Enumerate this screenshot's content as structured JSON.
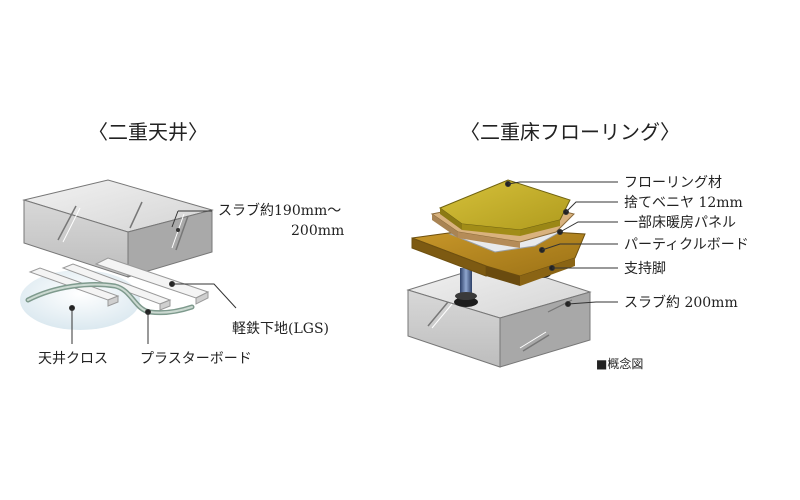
{
  "ceiling": {
    "title": "〈二重天井〉",
    "labels": {
      "slab_line1": "スラブ約190mm〜",
      "slab_line2": "200mm",
      "lgs": "軽鉄下地(LGS)",
      "cloth": "天井クロス",
      "plaster": "プラスターボード"
    }
  },
  "floor": {
    "title": "〈二重床フローリング〉",
    "labels": {
      "flooring": "フローリング材",
      "veneer": "捨てベニヤ 12mm",
      "heating": "一部床暖房パネル",
      "particle": "パーティクルボード",
      "support": "支持脚",
      "slab": "スラブ約 200mm"
    }
  },
  "note": "■概念図",
  "colors": {
    "concrete": "#dcdcdc",
    "concrete_dark": "#b5b5b5",
    "flooring": "#c9b32c",
    "particle": "#b8891f",
    "plaster": "#b9c8bf",
    "lgs": "#eeeeee"
  }
}
